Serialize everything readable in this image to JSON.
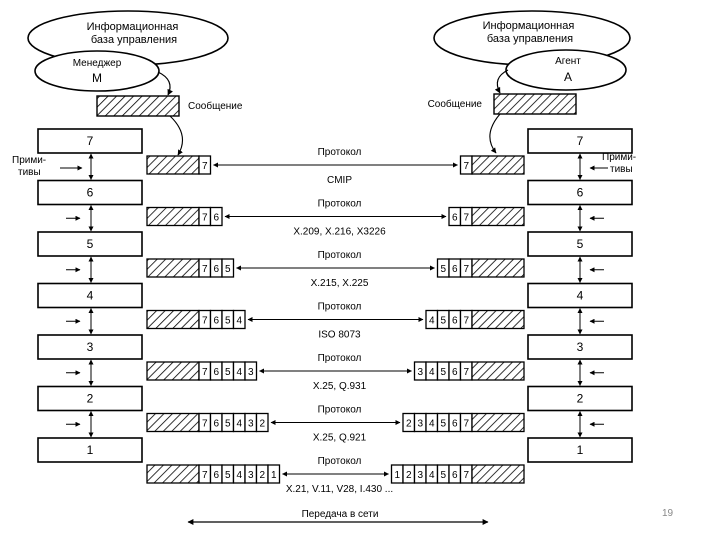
{
  "top": {
    "left_base": "Информационная база управления",
    "left_role": "Менеджер",
    "left_role_letter": "M",
    "right_base": "Информационная база управления",
    "right_role": "Агент",
    "right_role_letter": "A",
    "message_label": "Сообщение"
  },
  "primitives_label": "Прими-тивы",
  "layers": [
    "7",
    "6",
    "5",
    "4",
    "3",
    "2",
    "1"
  ],
  "protocol_word": "Протокол",
  "protocols": [
    {
      "level": 7,
      "name": "CMIP",
      "left_headers": [
        "7"
      ],
      "right_headers": [
        "7"
      ]
    },
    {
      "level": 6,
      "name": "X.209, X.216, X3226",
      "left_headers": [
        "7",
        "6"
      ],
      "right_headers": [
        "6",
        "7"
      ]
    },
    {
      "level": 5,
      "name": "X.215, X.225",
      "left_headers": [
        "7",
        "6",
        "5"
      ],
      "right_headers": [
        "5",
        "6",
        "7"
      ]
    },
    {
      "level": 4,
      "name": "ISO 8073",
      "left_headers": [
        "7",
        "6",
        "5",
        "4"
      ],
      "right_headers": [
        "4",
        "5",
        "6",
        "7"
      ]
    },
    {
      "level": 3,
      "name": "X.25, Q.931",
      "left_headers": [
        "7",
        "6",
        "5",
        "4",
        "3"
      ],
      "right_headers": [
        "3",
        "4",
        "5",
        "6",
        "7"
      ]
    },
    {
      "level": 2,
      "name": "X.25, Q.921",
      "left_headers": [
        "7",
        "6",
        "5",
        "4",
        "3",
        "2"
      ],
      "right_headers": [
        "2",
        "3",
        "4",
        "5",
        "6",
        "7"
      ]
    },
    {
      "level": 1,
      "name": "X.21, V.11, V28, I.430 ...",
      "left_headers": [
        "7",
        "6",
        "5",
        "4",
        "3",
        "2",
        "1"
      ],
      "right_headers": [
        "1",
        "2",
        "3",
        "4",
        "5",
        "6",
        "7"
      ]
    }
  ],
  "network_label": "Передача в сети",
  "page_number": "19"
}
